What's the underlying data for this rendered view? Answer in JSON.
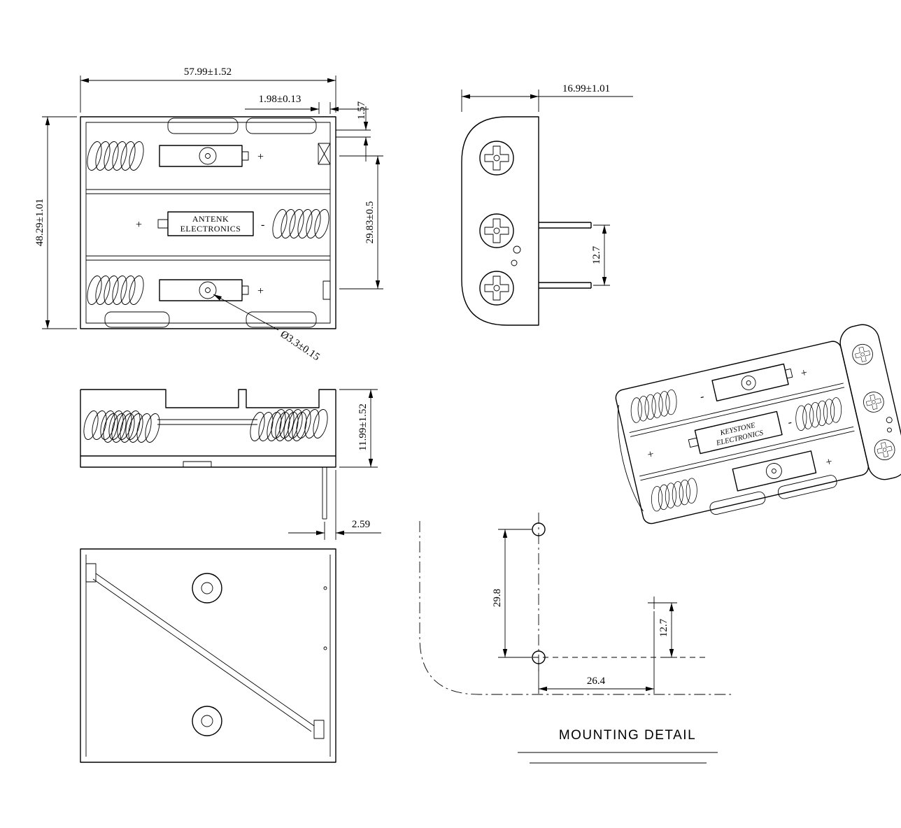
{
  "drawing": {
    "dims": {
      "top_width": "57.99±1.52",
      "notch_width": "1.98±0.13",
      "tab_height": "1.57",
      "overall_height": "48.29±1.01",
      "rivet_spacing": "29.83±0.5",
      "side_width": "16.99±1.01",
      "side_pin_spacing": "12.7",
      "hole_diameter": "Ø3.3±0.15",
      "front_height": "11.99±1.52",
      "pin_offset": "2.59",
      "mount_hole_spacing_v": "29.8",
      "mount_pin_spacing": "12.7",
      "mount_hole_spacing_h": "26.4"
    },
    "labels": {
      "brand_line1": "ANTENK",
      "brand_line2": "ELECTRONICS",
      "iso_brand_line1": "KEYSTONE",
      "iso_brand_line2": "ELECTRONICS",
      "plus": "+",
      "minus": "-",
      "title": "MOUNTING DETAIL"
    }
  }
}
